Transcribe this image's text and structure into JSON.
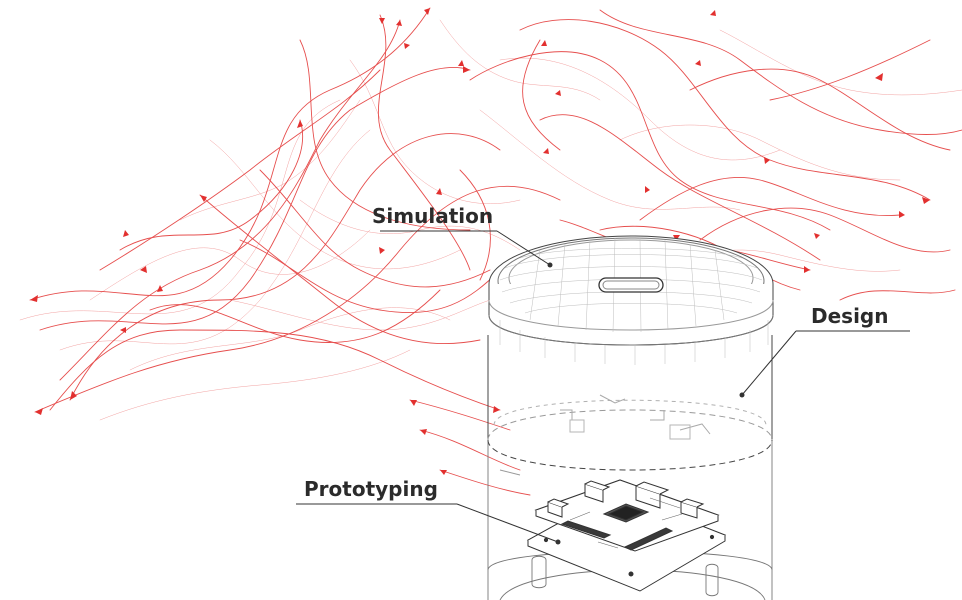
{
  "labels": {
    "simulation": "Simulation",
    "design": "Design",
    "prototyping": "Prototyping"
  },
  "colors": {
    "flow": "#e2302f",
    "line_art": "#444444",
    "label_text": "#2b2b2b"
  },
  "icons": [
    "flow-streamlines",
    "cylindrical-enclosure",
    "circuit-board"
  ]
}
